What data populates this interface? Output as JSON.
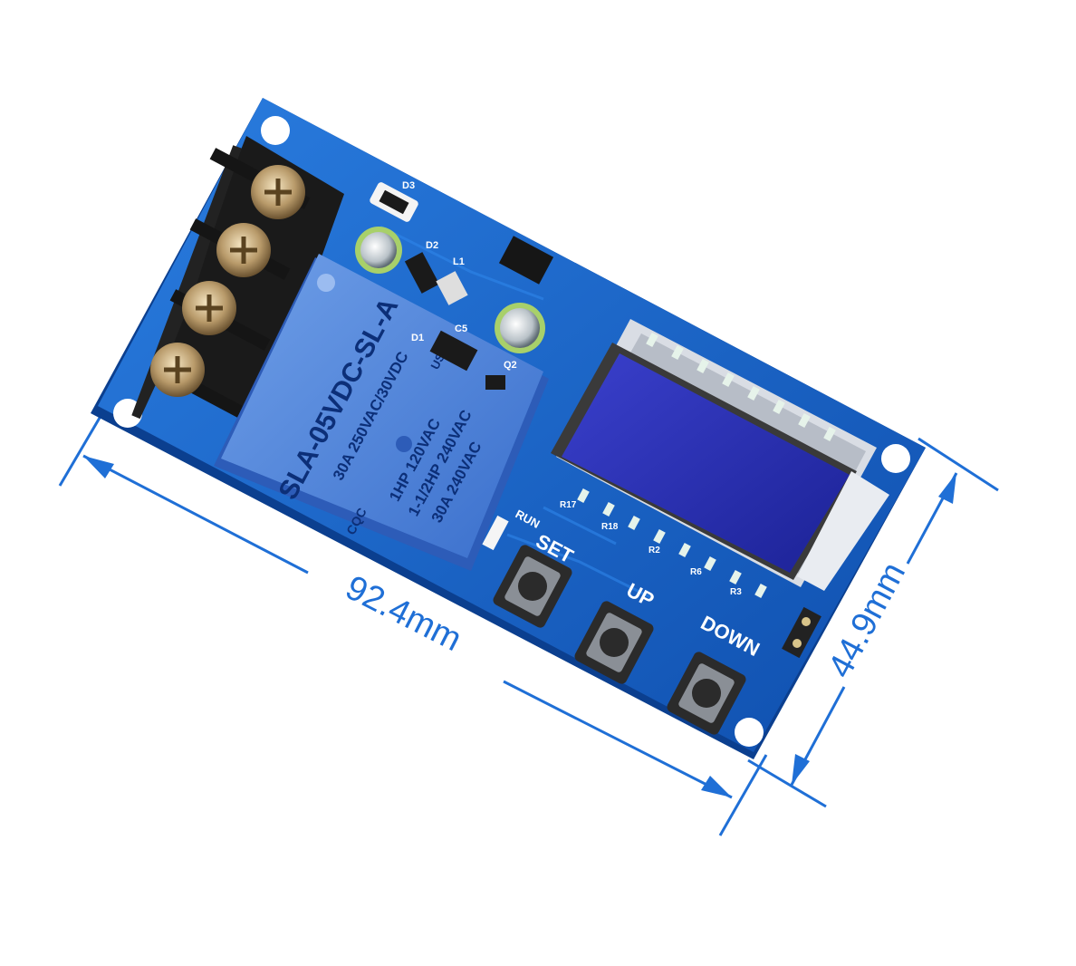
{
  "dimensions": {
    "width_label": "92.4mm",
    "height_label": "44.9mm",
    "color": "#1f6fd6"
  },
  "board": {
    "pcb_color": "#1560c9",
    "buttons": {
      "set_label": "SET",
      "up_label": "UP",
      "down_label": "DOWN"
    },
    "run_label": "RUN",
    "silkscreen": {
      "d3": "D3",
      "d2": "D2",
      "d1": "D1",
      "l1": "L1",
      "c5": "C5",
      "q2": "Q2",
      "r17": "R17",
      "r18": "R18",
      "r2": "R2",
      "r6": "R6",
      "r3": "R3"
    },
    "relay": {
      "model": "SLA-05VDC-SL-A",
      "rating_1": "30A 250VAC/30VDC",
      "rating_2": "1HP 120VAC",
      "rating_3": "1-1/2HP 240VAC",
      "rating_4": "30A 240VAC",
      "cqc_mark": "CQC",
      "ul_mark": "US"
    },
    "display": {
      "backlight_color": "#2a2fb8"
    }
  }
}
